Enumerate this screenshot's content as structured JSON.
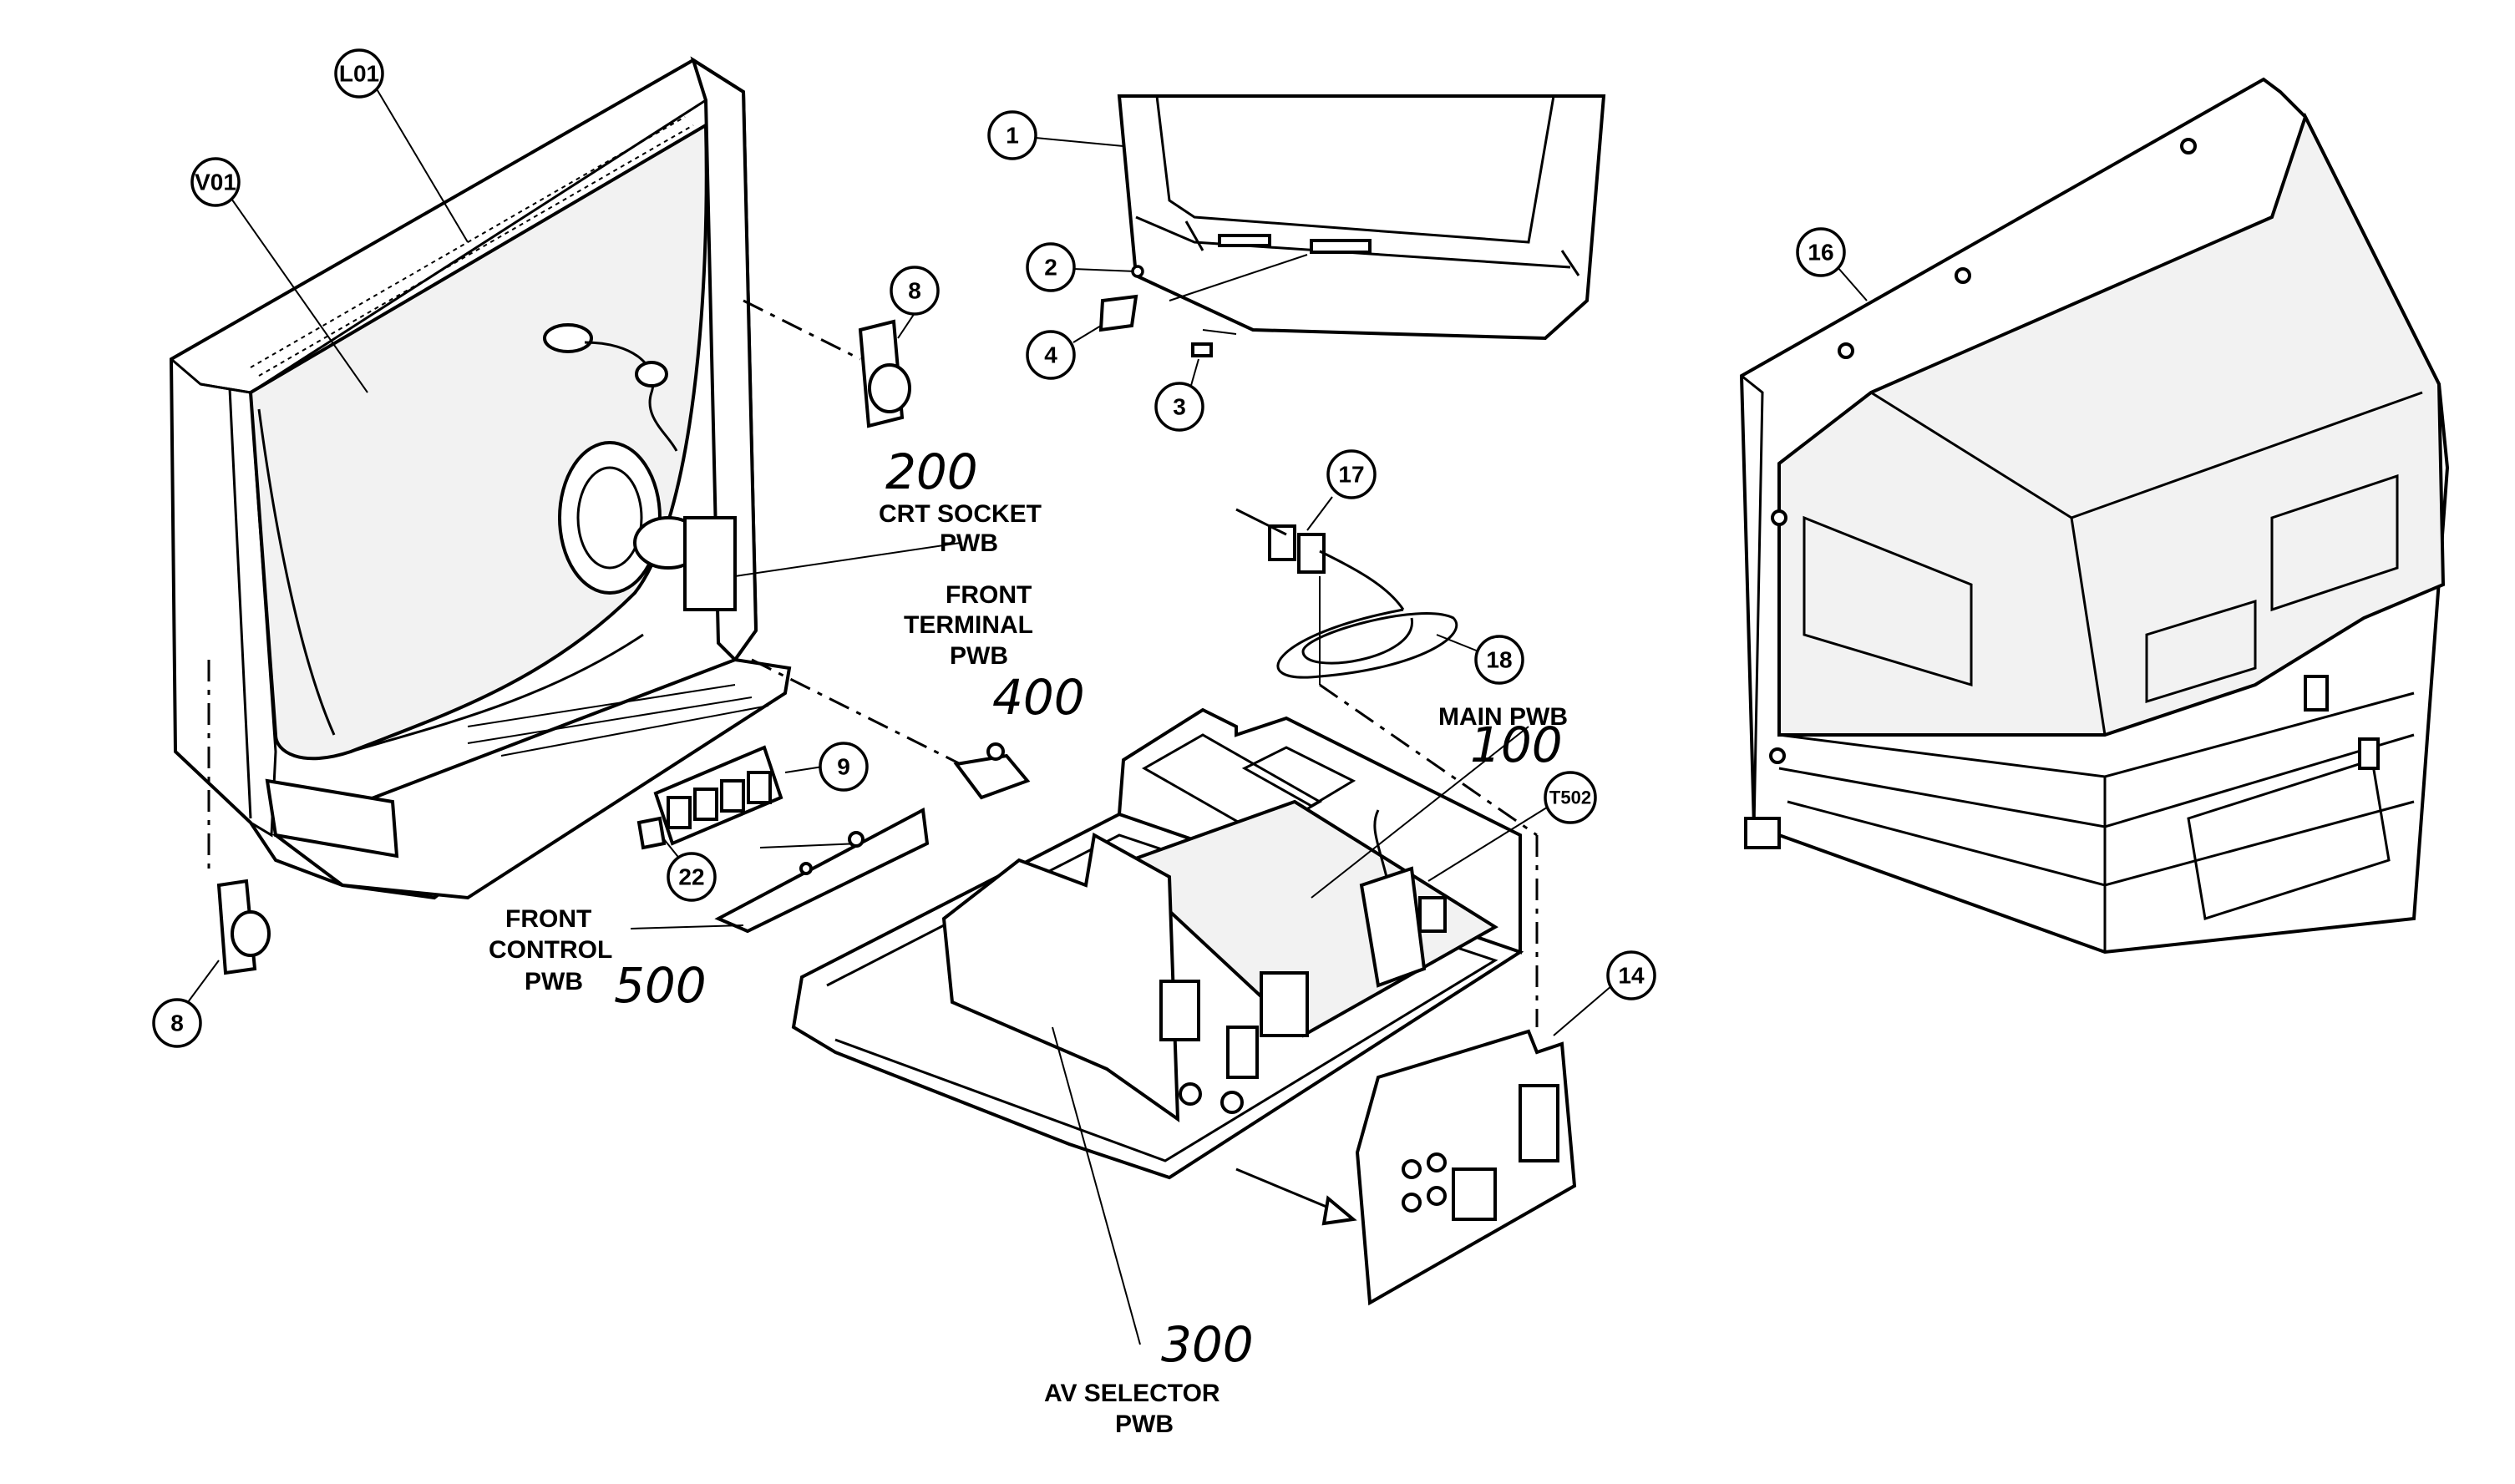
{
  "callouts": {
    "l01": "L01",
    "v01": "V01",
    "c1": "1",
    "c2": "2",
    "c3": "3",
    "c4": "4",
    "c8a": "8",
    "c8b": "8",
    "c9": "9",
    "c14": "14",
    "c16": "16",
    "c17": "17",
    "c18": "18",
    "c22": "22",
    "t502": "T502"
  },
  "labels": {
    "crt_socket_1": "CRT SOCKET",
    "crt_socket_2": "PWB",
    "crt_socket_num": "200",
    "front_terminal_1": "FRONT",
    "front_terminal_2": "TERMINAL",
    "front_terminal_3": "PWB",
    "front_terminal_num": "400",
    "main_pwb": "MAIN PWB",
    "main_pwb_num": "100",
    "front_control_1": "FRONT",
    "front_control_2": "CONTROL",
    "front_control_3": "PWB",
    "front_control_num": "500",
    "av_selector_1": "AV SELECTOR",
    "av_selector_2": "PWB",
    "av_selector_num": "300"
  }
}
